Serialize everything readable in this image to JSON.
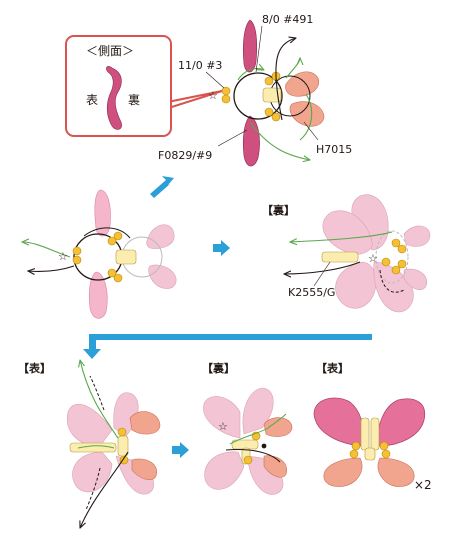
{
  "callout": {
    "title": "＜側面＞",
    "front": "表",
    "back": "裏"
  },
  "labels": {
    "l1": "8/0 #491",
    "l2": "11/0 #3",
    "l3": "F0829/#9",
    "l4": "H7015",
    "l5": "K2555/G"
  },
  "sections": {
    "back_a": "【裏】",
    "front_a": "【表】",
    "back_b": "【裏】",
    "front_b": "【表】"
  },
  "star": "☆",
  "quantity": "×2",
  "colors": {
    "pink_dark": "#cf4f7e",
    "pink_light": "#f5b6cc",
    "pink_pale": "#f3c4d4",
    "salmon": "#f1a58e",
    "bead_yellow": "#f5c033",
    "tube_cream": "#fbecb0",
    "arrow_blue": "#2a9fd8",
    "thread_green": "#5aa84a",
    "callout_border": "#d9534f"
  }
}
